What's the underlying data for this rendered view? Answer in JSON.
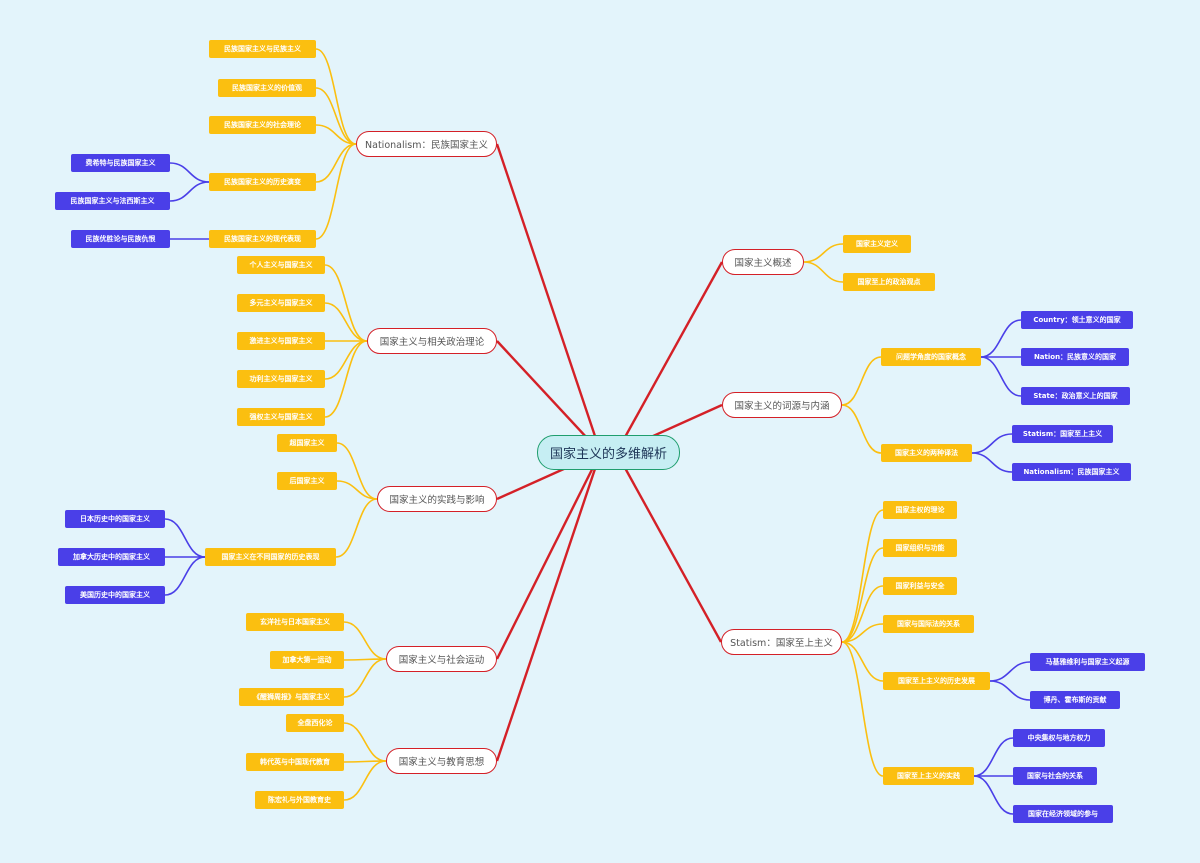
{
  "root": {
    "id": "root",
    "label": "国家主义的多维解析",
    "kind": "root"
  },
  "nodes": [
    {
      "id": "m1",
      "label": "Nationalism：民族国家主义",
      "kind": "main",
      "parent": "root"
    },
    {
      "id": "m1s1",
      "label": "民族国家主义与民族主义",
      "kind": "sub",
      "parent": "m1"
    },
    {
      "id": "m1s2",
      "label": "民族国家主义的价值观",
      "kind": "sub",
      "parent": "m1"
    },
    {
      "id": "m1s3",
      "label": "民族国家主义的社会理论",
      "kind": "sub",
      "parent": "m1"
    },
    {
      "id": "m1s4",
      "label": "民族国家主义的历史演变",
      "kind": "sub",
      "parent": "m1"
    },
    {
      "id": "m1s4l1",
      "label": "费希特与民族国家主义",
      "kind": "leaf",
      "parent": "m1s4"
    },
    {
      "id": "m1s4l2",
      "label": "民族国家主义与法西斯主义",
      "kind": "leaf",
      "parent": "m1s4"
    },
    {
      "id": "m1s5",
      "label": "民族国家主义的现代表现",
      "kind": "sub",
      "parent": "m1"
    },
    {
      "id": "m1s5l1",
      "label": "民族优胜论与民族仇恨",
      "kind": "leaf",
      "parent": "m1s5"
    },
    {
      "id": "m2",
      "label": "国家主义与相关政治理论",
      "kind": "main",
      "parent": "root"
    },
    {
      "id": "m2s1",
      "label": "个人主义与国家主义",
      "kind": "sub",
      "parent": "m2"
    },
    {
      "id": "m2s2",
      "label": "多元主义与国家主义",
      "kind": "sub",
      "parent": "m2"
    },
    {
      "id": "m2s3",
      "label": "激进主义与国家主义",
      "kind": "sub",
      "parent": "m2"
    },
    {
      "id": "m2s4",
      "label": "功利主义与国家主义",
      "kind": "sub",
      "parent": "m2"
    },
    {
      "id": "m2s5",
      "label": "强权主义与国家主义",
      "kind": "sub",
      "parent": "m2"
    },
    {
      "id": "m3",
      "label": "国家主义的实践与影响",
      "kind": "main",
      "parent": "root"
    },
    {
      "id": "m3s1",
      "label": "超国家主义",
      "kind": "sub",
      "parent": "m3"
    },
    {
      "id": "m3s2",
      "label": "后国家主义",
      "kind": "sub",
      "parent": "m3"
    },
    {
      "id": "m3s3",
      "label": "国家主义在不同国家的历史表现",
      "kind": "sub",
      "parent": "m3"
    },
    {
      "id": "m3s3l1",
      "label": "日本历史中的国家主义",
      "kind": "leaf",
      "parent": "m3s3"
    },
    {
      "id": "m3s3l2",
      "label": "加拿大历史中的国家主义",
      "kind": "leaf",
      "parent": "m3s3"
    },
    {
      "id": "m3s3l3",
      "label": "美国历史中的国家主义",
      "kind": "leaf",
      "parent": "m3s3"
    },
    {
      "id": "m4",
      "label": "国家主义与社会运动",
      "kind": "main",
      "parent": "root"
    },
    {
      "id": "m4s1",
      "label": "玄洋社与日本国家主义",
      "kind": "sub",
      "parent": "m4"
    },
    {
      "id": "m4s2",
      "label": "加拿大第一运动",
      "kind": "sub",
      "parent": "m4"
    },
    {
      "id": "m4s3",
      "label": "《醒狮周报》与国家主义",
      "kind": "sub",
      "parent": "m4"
    },
    {
      "id": "m5",
      "label": "国家主义与教育思想",
      "kind": "main",
      "parent": "root"
    },
    {
      "id": "m5s1",
      "label": "全盘西化论",
      "kind": "sub",
      "parent": "m5"
    },
    {
      "id": "m5s2",
      "label": "韩代英与中国现代教育",
      "kind": "sub",
      "parent": "m5"
    },
    {
      "id": "m5s3",
      "label": "陈宏礼与外国教育史",
      "kind": "sub",
      "parent": "m5"
    },
    {
      "id": "m6",
      "label": "国家主义概述",
      "kind": "main",
      "parent": "root"
    },
    {
      "id": "m6s1",
      "label": "国家主义定义",
      "kind": "sub",
      "parent": "m6"
    },
    {
      "id": "m6s2",
      "label": "国家至上的政治观点",
      "kind": "sub",
      "parent": "m6"
    },
    {
      "id": "m7",
      "label": "国家主义的词源与内涵",
      "kind": "main",
      "parent": "root"
    },
    {
      "id": "m7s1",
      "label": "问题学角度的国家概念",
      "kind": "sub",
      "parent": "m7"
    },
    {
      "id": "m7s1l1",
      "label": "Country：领土意义的国家",
      "kind": "leaf",
      "parent": "m7s1"
    },
    {
      "id": "m7s1l2",
      "label": "Nation：民族意义的国家",
      "kind": "leaf",
      "parent": "m7s1"
    },
    {
      "id": "m7s1l3",
      "label": "State：政治意义上的国家",
      "kind": "leaf",
      "parent": "m7s1"
    },
    {
      "id": "m7s2",
      "label": "国家主义的两种译法",
      "kind": "sub",
      "parent": "m7"
    },
    {
      "id": "m7s2l1",
      "label": "Statism：国家至上主义",
      "kind": "leaf",
      "parent": "m7s2"
    },
    {
      "id": "m7s2l2",
      "label": "Nationalism：民族国家主义",
      "kind": "leaf",
      "parent": "m7s2"
    },
    {
      "id": "m8",
      "label": "Statism：国家至上主义",
      "kind": "main",
      "parent": "root"
    },
    {
      "id": "m8s1",
      "label": "国家主权的理论",
      "kind": "sub",
      "parent": "m8"
    },
    {
      "id": "m8s2",
      "label": "国家组织与功能",
      "kind": "sub",
      "parent": "m8"
    },
    {
      "id": "m8s3",
      "label": "国家利益与安全",
      "kind": "sub",
      "parent": "m8"
    },
    {
      "id": "m8s4",
      "label": "国家与国际法的关系",
      "kind": "sub",
      "parent": "m8"
    },
    {
      "id": "m8s5",
      "label": "国家至上主义的历史发展",
      "kind": "sub",
      "parent": "m8"
    },
    {
      "id": "m8s5l1",
      "label": "马基雅维利与国家主义起源",
      "kind": "leaf",
      "parent": "m8s5"
    },
    {
      "id": "m8s5l2",
      "label": "博丹、霍布斯的贡献",
      "kind": "leaf",
      "parent": "m8s5"
    },
    {
      "id": "m8s6",
      "label": "国家至上主义的实践",
      "kind": "sub",
      "parent": "m8"
    },
    {
      "id": "m8s6l1",
      "label": "中央集权与地方权力",
      "kind": "leaf",
      "parent": "m8s6"
    },
    {
      "id": "m8s6l2",
      "label": "国家与社会的关系",
      "kind": "leaf",
      "parent": "m8s6"
    },
    {
      "id": "m8s6l3",
      "label": "国家在经济领域的参与",
      "kind": "leaf",
      "parent": "m8s6"
    }
  ],
  "colors": {
    "background": "#e3f4fb",
    "root_fill": "#c6eef3",
    "root_border": "#1f9e6e",
    "main_border": "#d42027",
    "main_link": "#d42027",
    "sub_fill": "#fbbf10",
    "sub_link": "#fbbf10",
    "leaf_fill": "#4a3fe8",
    "leaf_link": "#4a3fe8"
  }
}
